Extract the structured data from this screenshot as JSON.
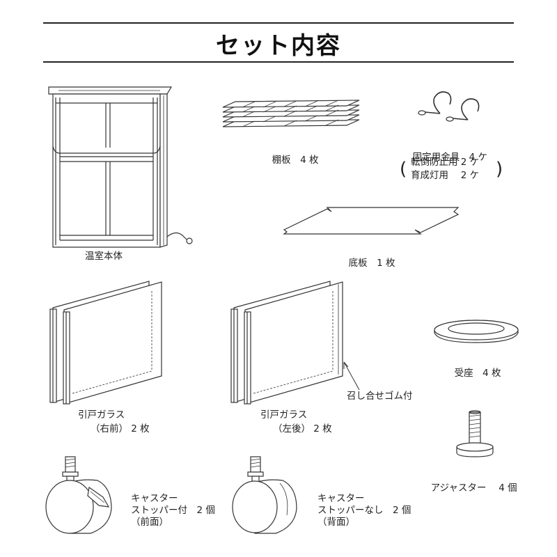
{
  "title": "セット内容",
  "items": {
    "main_body": "温室本体",
    "shelf": "棚板",
    "shelf_qty": "4 枚",
    "bracket": "固定用金具",
    "bracket_qty": "4 ケ",
    "bracket_sub1": "転倒防止用 2 ケ",
    "bracket_sub2": "育成灯用　 2 ケ",
    "bottom_board": "底板",
    "bottom_qty": "1 枚",
    "door_right_line1": "引戸ガラス",
    "door_right_line2": "（右前） 2 枚",
    "door_left_line1": "引戸ガラス",
    "door_left_line2": "（左後） 2 枚",
    "rubber_note": "召し合せゴム付",
    "saucer": "受座",
    "saucer_qty": "4 枚",
    "adjuster": "アジャスター",
    "adjuster_qty": "4 個",
    "caster_front_line1": "キャスター",
    "caster_front_line2": "ストッパー付　2 個",
    "caster_front_line3": "（前面）",
    "caster_back_line1": "キャスター",
    "caster_back_line2": "ストッパーなし　2 個",
    "caster_back_line3": "（背面）"
  }
}
